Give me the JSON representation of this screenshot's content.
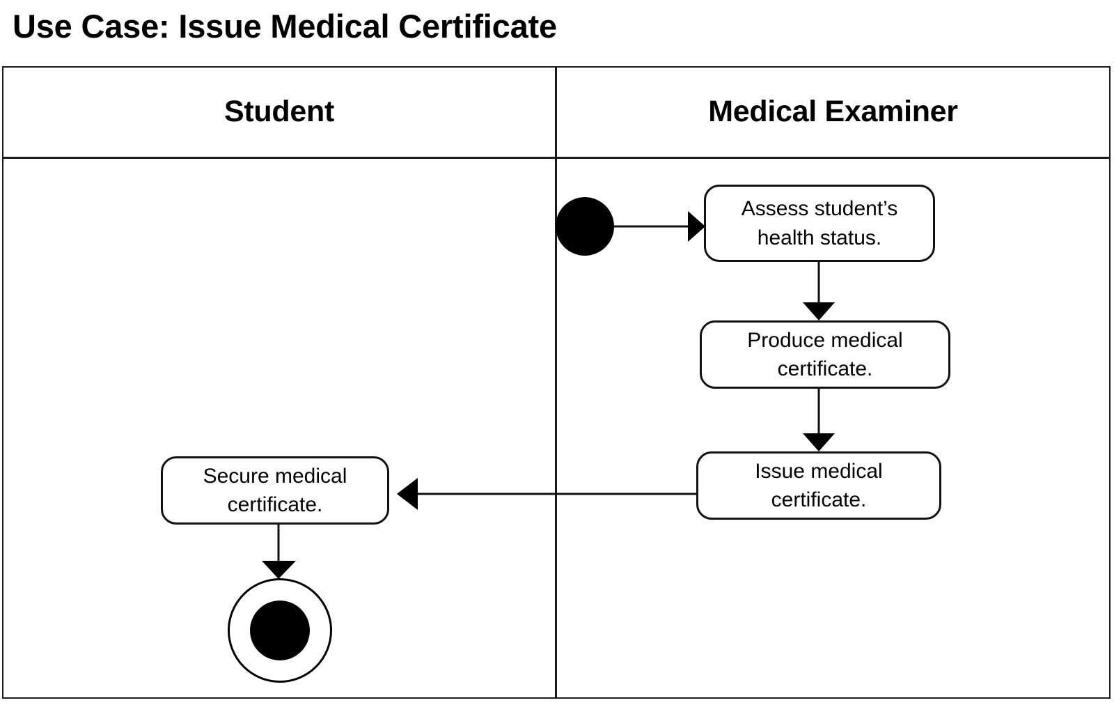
{
  "title": "Use Case: Issue Medical Certificate",
  "diagram": {
    "type": "uml-activity-diagram",
    "lanes": [
      {
        "id": "student",
        "label": "Student"
      },
      {
        "id": "medical-examiner",
        "label": "Medical Examiner"
      }
    ],
    "nodes": [
      {
        "id": "start",
        "kind": "initial-node",
        "lane": "medical-examiner",
        "label": ""
      },
      {
        "id": "assess",
        "kind": "action",
        "lane": "medical-examiner",
        "label": "Assess student’s health status."
      },
      {
        "id": "produce",
        "kind": "action",
        "lane": "medical-examiner",
        "label": "Produce medical certificate."
      },
      {
        "id": "issue",
        "kind": "action",
        "lane": "medical-examiner",
        "label": "Issue medical certificate."
      },
      {
        "id": "secure",
        "kind": "action",
        "lane": "student",
        "label": "Secure medical certificate."
      },
      {
        "id": "end",
        "kind": "final-node",
        "lane": "student",
        "label": ""
      }
    ],
    "edges": [
      {
        "from": "start",
        "to": "assess",
        "direction": "right"
      },
      {
        "from": "assess",
        "to": "produce",
        "direction": "down"
      },
      {
        "from": "produce",
        "to": "issue",
        "direction": "down"
      },
      {
        "from": "issue",
        "to": "secure",
        "direction": "left"
      },
      {
        "from": "secure",
        "to": "end",
        "direction": "down"
      }
    ],
    "colors": {
      "stroke": "#111111",
      "fill": "#ffffff",
      "node_fill": "#000000",
      "background": "#ffffff"
    }
  }
}
